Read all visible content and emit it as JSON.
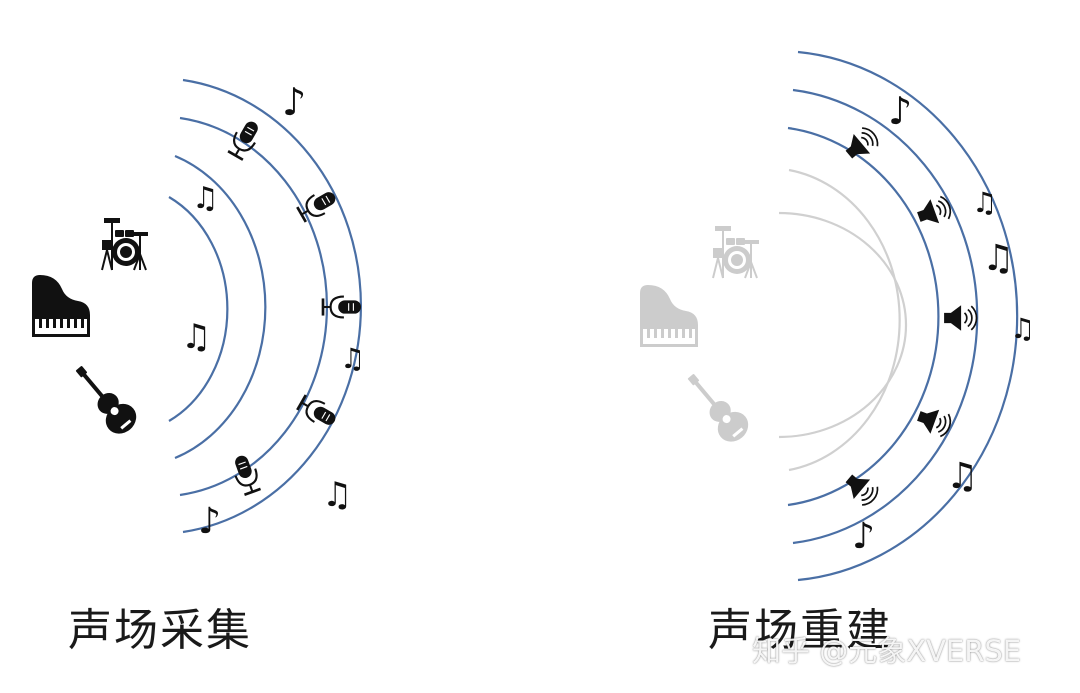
{
  "left_panel": {
    "caption": "声场采集",
    "arc_color": "#4a6fa5"
  },
  "right_panel": {
    "caption": "声场重建",
    "arc_color": "#4a6fa5",
    "faded_arc_color": "#d0d0d0"
  },
  "watermark": "知乎 @元象XVERSE",
  "colors": {
    "icon": "#111111",
    "faded_icon": "#cccccc",
    "background": "#ffffff"
  },
  "icons": {
    "instruments": [
      "drum-kit-icon",
      "grand-piano-icon",
      "acoustic-guitar-icon"
    ],
    "capture": "microphone-icon",
    "playback": "speaker-icon",
    "notes": [
      "eighth-note-icon",
      "beamed-notes-icon"
    ]
  },
  "glyphs": {
    "eighth_note": "♪",
    "beamed_notes": "♫"
  }
}
